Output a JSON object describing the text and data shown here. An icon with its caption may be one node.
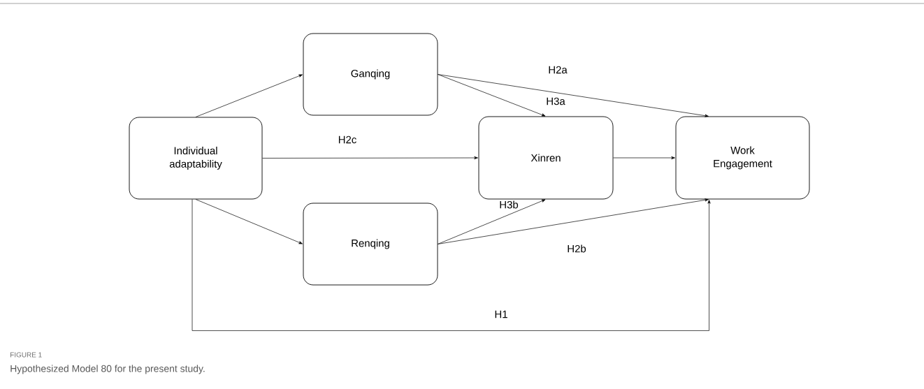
{
  "diagram": {
    "caption": "Hypothesized Model 80 for the present study.",
    "nodes": [
      {
        "text": [
          "Individual adaptability"
        ]
      },
      {
        "text": [
          "Ganqing"
        ]
      },
      {
        "text": [
          "Xinren"
        ]
      },
      {
        "text": [
          "Work Engagement"
        ]
      },
      {
        "text": [
          "Renqing"
        ]
      }
    ],
    "edges": [
      {
        "from": 0,
        "to": 1,
        "arrow": "to"
      },
      {
        "from": 0,
        "to": 2,
        "arrow": "to",
        "label": "H2c"
      },
      {
        "from": 0,
        "to": 4,
        "arrow": "to"
      },
      {
        "from": 1,
        "to": 3,
        "arrow": "to",
        "label": "H2a"
      },
      {
        "from": 1,
        "to": 2,
        "arrow": "to",
        "label": "H3a"
      },
      {
        "from": 2,
        "to": 3,
        "arrow": "to"
      },
      {
        "from": 4,
        "to": 2,
        "arrow": "to",
        "label": "H3b"
      },
      {
        "from": 4,
        "to": 3,
        "arrow": "to",
        "label": "H2b"
      },
      {
        "from": 0,
        "to": 3,
        "arrow": "to",
        "label": "H1"
      }
    ],
    "labels": [
      "FIGURE 1"
    ]
  }
}
